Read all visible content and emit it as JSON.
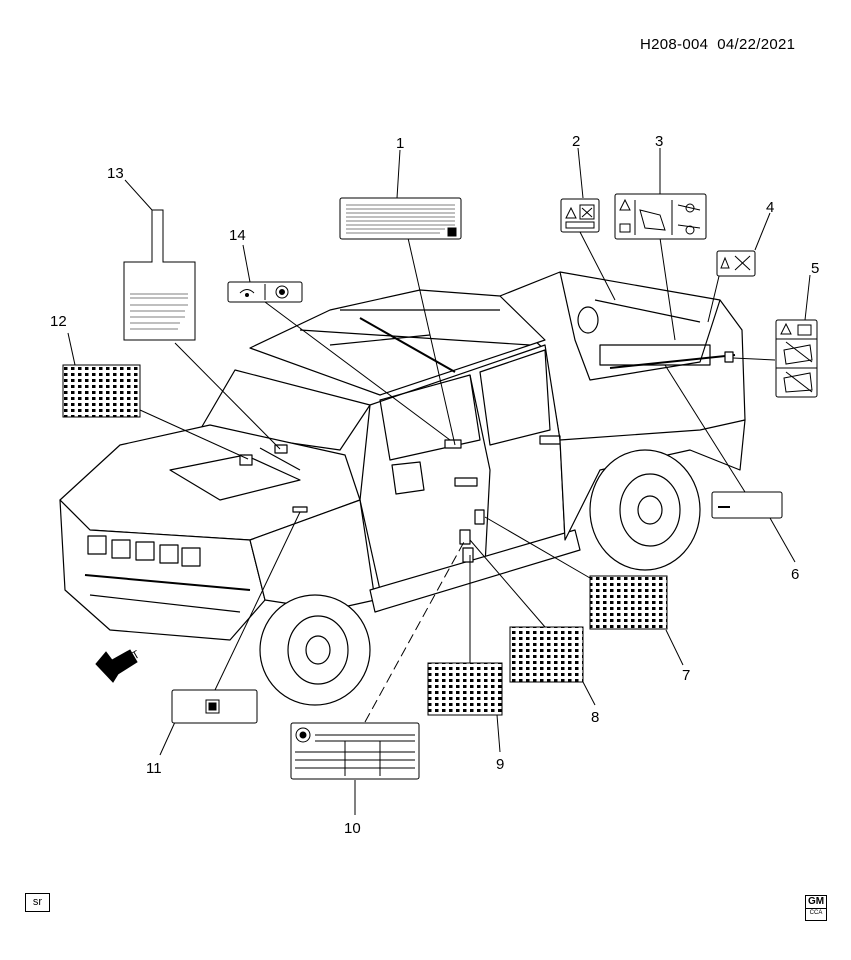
{
  "header": {
    "code": "H208-004",
    "date": "04/22/2021"
  },
  "callouts": [
    {
      "id": "1",
      "label": "1"
    },
    {
      "id": "2",
      "label": "2"
    },
    {
      "id": "3",
      "label": "3"
    },
    {
      "id": "4",
      "label": "4"
    },
    {
      "id": "5",
      "label": "5"
    },
    {
      "id": "6",
      "label": "6"
    },
    {
      "id": "7",
      "label": "7"
    },
    {
      "id": "8",
      "label": "8"
    },
    {
      "id": "9",
      "label": "9"
    },
    {
      "id": "10",
      "label": "10"
    },
    {
      "id": "11",
      "label": "11"
    },
    {
      "id": "12",
      "label": "12"
    },
    {
      "id": "13",
      "label": "13"
    },
    {
      "id": "14",
      "label": "14"
    }
  ],
  "direction": {
    "label": "FRT"
  },
  "footer": {
    "left_box": "sr",
    "logo_top": "GM",
    "logo_bottom": "CCA"
  }
}
